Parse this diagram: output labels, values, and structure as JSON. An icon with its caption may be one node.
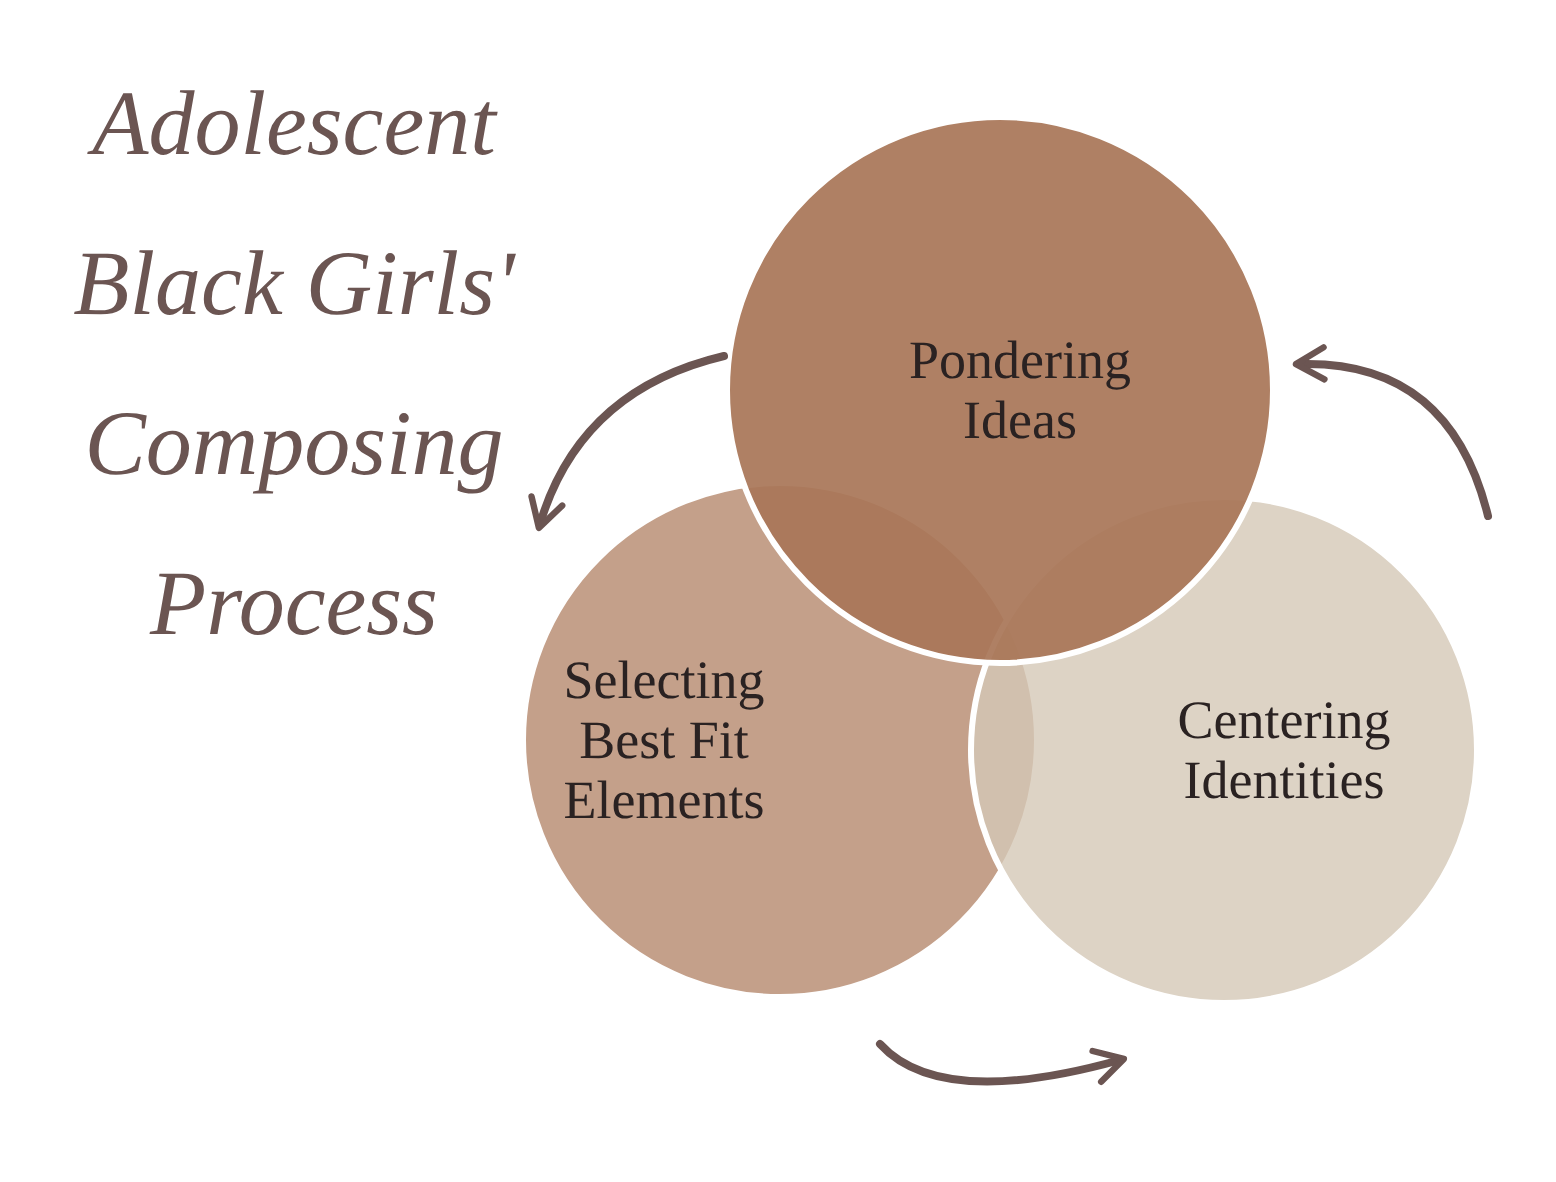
{
  "diagram": {
    "title": "Adolescent Black Girls' Composing Process",
    "nodes": [
      {
        "text": [
          "Pondering Ideas"
        ]
      },
      {
        "text": [
          "Selecting Best Fit Elements"
        ]
      },
      {
        "text": [
          "Centering Identities"
        ]
      }
    ],
    "edges": [
      {
        "from": 0,
        "to": 1,
        "arrow": "to"
      },
      {
        "from": 1,
        "to": 2,
        "arrow": "to"
      },
      {
        "from": 2,
        "to": 0,
        "arrow": "to"
      }
    ]
  }
}
